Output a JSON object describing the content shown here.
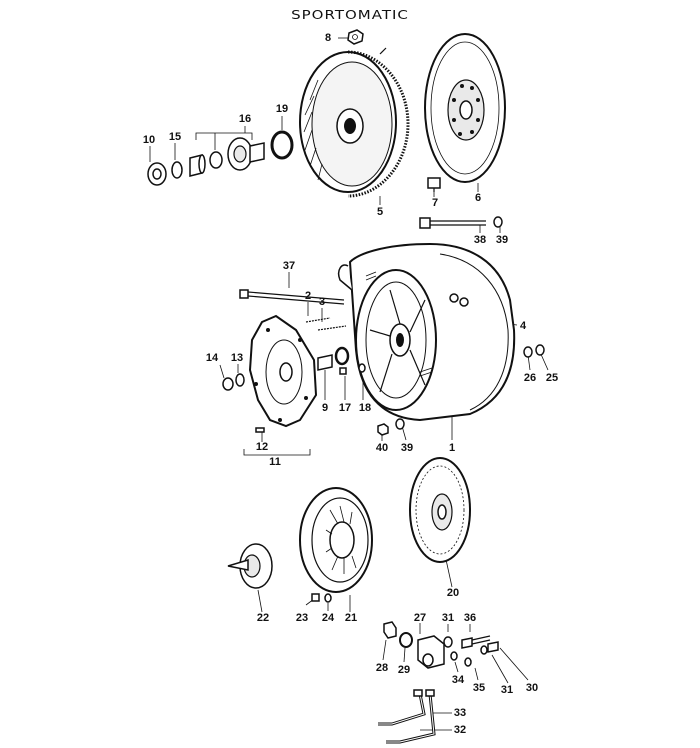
{
  "title": "SPORTOMATIC",
  "callouts": [
    {
      "id": "8",
      "label": "8"
    },
    {
      "id": "10",
      "label": "10"
    },
    {
      "id": "15",
      "label": "15"
    },
    {
      "id": "16",
      "label": "16"
    },
    {
      "id": "19",
      "label": "19"
    },
    {
      "id": "5",
      "label": "5"
    },
    {
      "id": "7",
      "label": "7"
    },
    {
      "id": "6",
      "label": "6"
    },
    {
      "id": "38",
      "label": "38"
    },
    {
      "id": "39a",
      "label": "39"
    },
    {
      "id": "37",
      "label": "37"
    },
    {
      "id": "2",
      "label": "2"
    },
    {
      "id": "3",
      "label": "3"
    },
    {
      "id": "4",
      "label": "4"
    },
    {
      "id": "14",
      "label": "14"
    },
    {
      "id": "13",
      "label": "13"
    },
    {
      "id": "9",
      "label": "9"
    },
    {
      "id": "17",
      "label": "17"
    },
    {
      "id": "18",
      "label": "18"
    },
    {
      "id": "26",
      "label": "26"
    },
    {
      "id": "25",
      "label": "25"
    },
    {
      "id": "12",
      "label": "12"
    },
    {
      "id": "11",
      "label": "11"
    },
    {
      "id": "40",
      "label": "40"
    },
    {
      "id": "39b",
      "label": "39"
    },
    {
      "id": "1",
      "label": "1"
    },
    {
      "id": "20",
      "label": "20"
    },
    {
      "id": "22",
      "label": "22"
    },
    {
      "id": "23",
      "label": "23"
    },
    {
      "id": "24",
      "label": "24"
    },
    {
      "id": "21",
      "label": "21"
    },
    {
      "id": "27",
      "label": "27"
    },
    {
      "id": "31a",
      "label": "31"
    },
    {
      "id": "36",
      "label": "36"
    },
    {
      "id": "28",
      "label": "28"
    },
    {
      "id": "29",
      "label": "29"
    },
    {
      "id": "34",
      "label": "34"
    },
    {
      "id": "35",
      "label": "35"
    },
    {
      "id": "31b",
      "label": "31"
    },
    {
      "id": "30",
      "label": "30"
    },
    {
      "id": "33",
      "label": "33"
    },
    {
      "id": "32",
      "label": "32"
    }
  ]
}
